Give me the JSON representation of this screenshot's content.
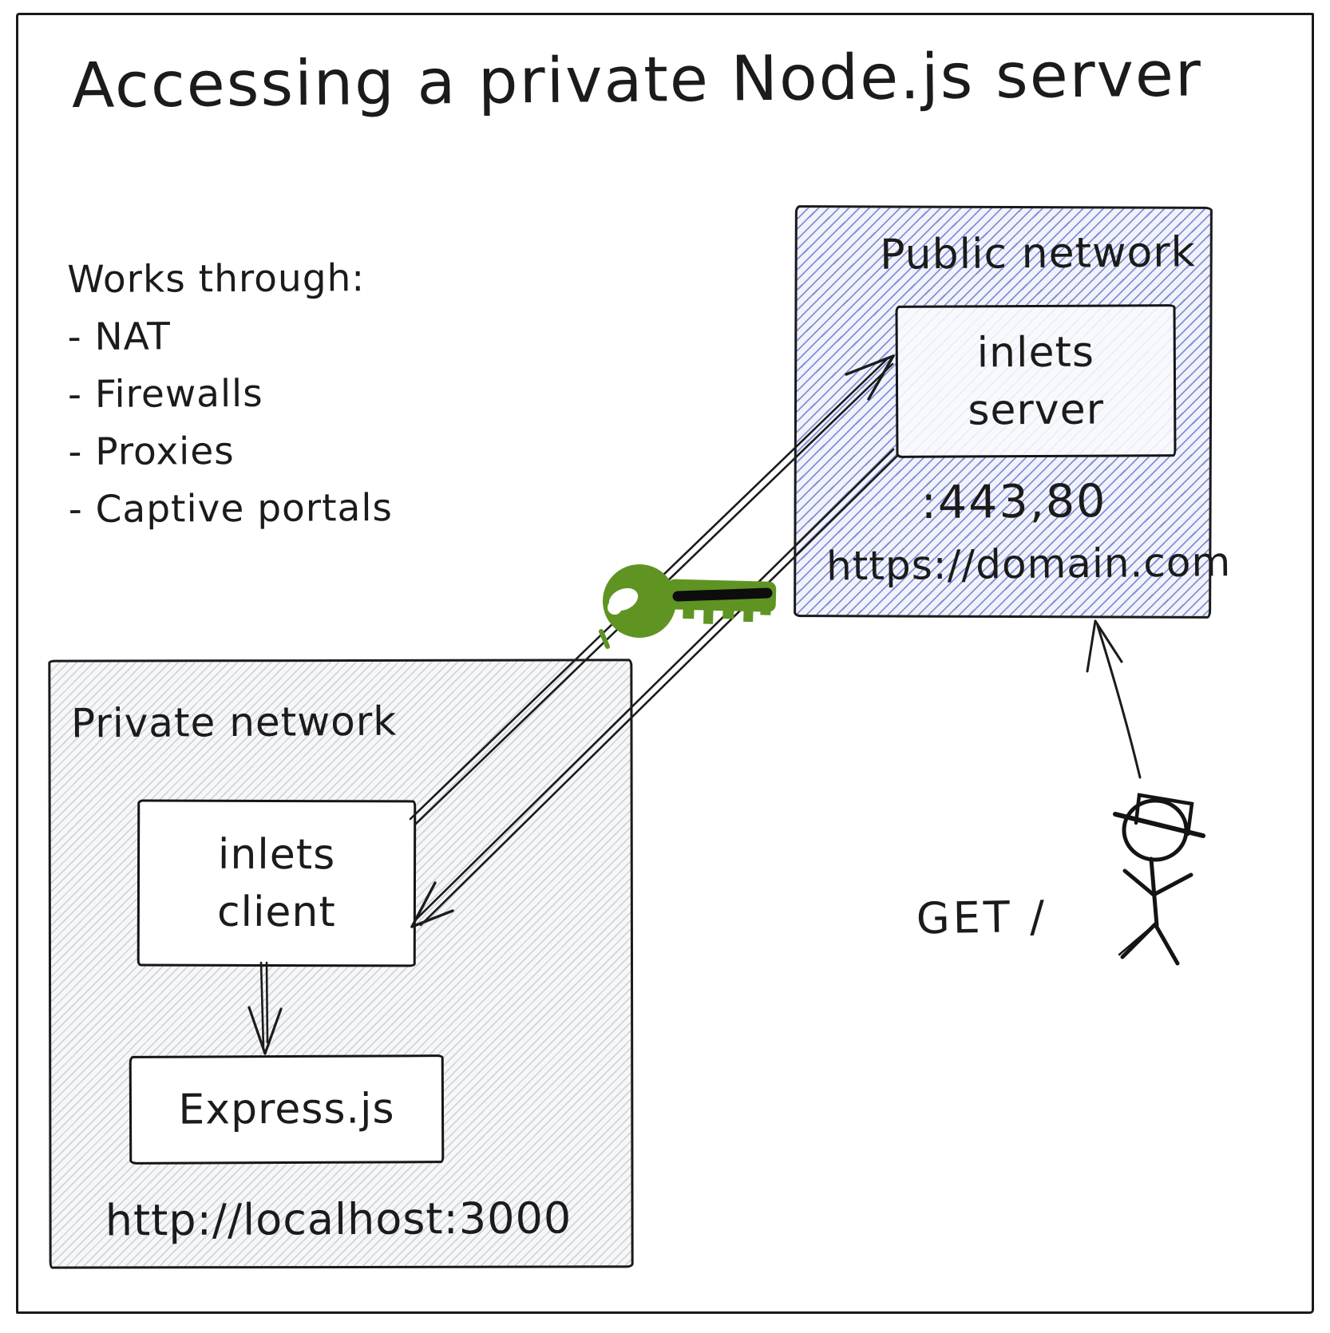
{
  "title": "Accessing a private Node.js server",
  "notes": {
    "heading": "Works through:",
    "items": [
      "- NAT",
      "- Firewalls",
      "- Proxies",
      "- Captive portals"
    ]
  },
  "public_network": {
    "label": "Public network",
    "server": {
      "line1": "inlets",
      "line2": "server"
    },
    "ports": ":443,80",
    "url": "https://domain.com"
  },
  "private_network": {
    "label": "Private network",
    "client": {
      "line1": "inlets",
      "line2": "client"
    },
    "app": "Express.js",
    "url": "http://localhost:3000"
  },
  "request": {
    "label": "GET /"
  },
  "icons": {
    "key": "auth-key-icon",
    "user": "user-stick-figure-icon"
  },
  "colors": {
    "ink": "#1b1b1b",
    "public_hatch": "#6971ce",
    "private_hatch": "#969ca8",
    "key_green": "#5f9422"
  }
}
